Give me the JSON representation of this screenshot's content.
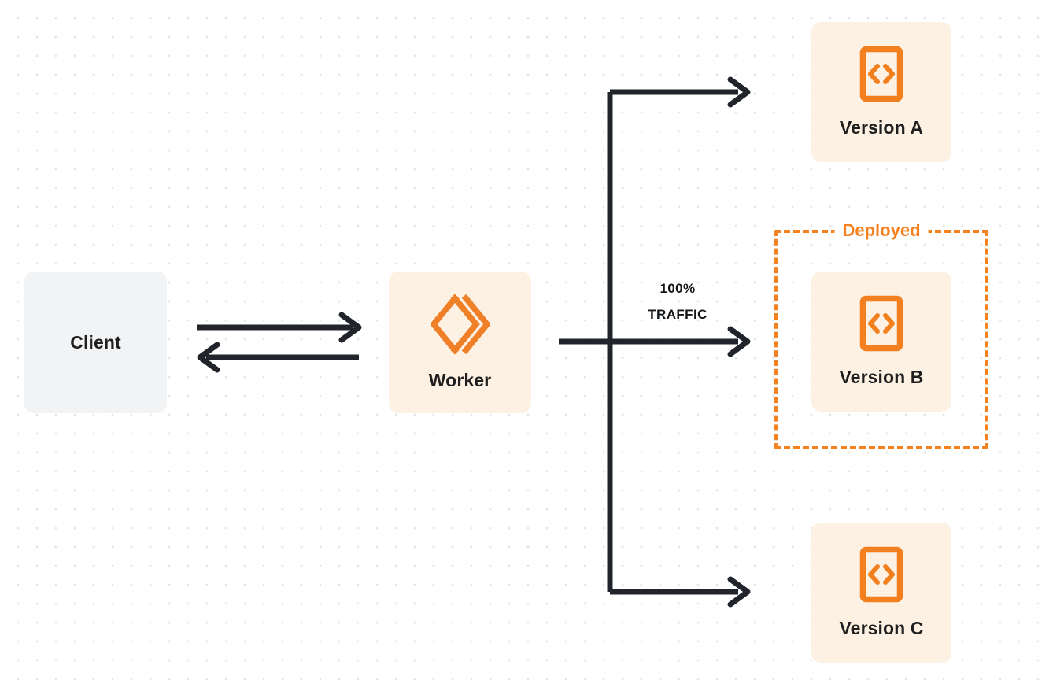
{
  "diagram": {
    "title": "Worker traffic routing to versions",
    "background": "#ffffff",
    "accent_color": "#f6821f",
    "node_fill_orange": "#fdf1e3",
    "node_fill_gray": "#f2f3f5",
    "line_color": "#21242a"
  },
  "nodes": {
    "client": {
      "label": "Client",
      "icon": "none"
    },
    "worker": {
      "label": "Worker",
      "icon": "worker-chevron-icon"
    },
    "version_a": {
      "label": "Version A",
      "icon": "code-file-icon"
    },
    "version_b": {
      "label": "Version B",
      "icon": "code-file-icon"
    },
    "version_c": {
      "label": "Version C",
      "icon": "code-file-icon"
    }
  },
  "group": {
    "deployed_label": "Deployed",
    "border_style": "dashed",
    "border_color": "#f6821f"
  },
  "edges": {
    "traffic_percent": "100%",
    "traffic_word": "TRAFFIC",
    "client_to_worker": "request",
    "worker_to_client": "response",
    "worker_to_version_a": "branch-top",
    "worker_to_version_b": "branch-middle",
    "worker_to_version_c": "branch-bottom"
  }
}
